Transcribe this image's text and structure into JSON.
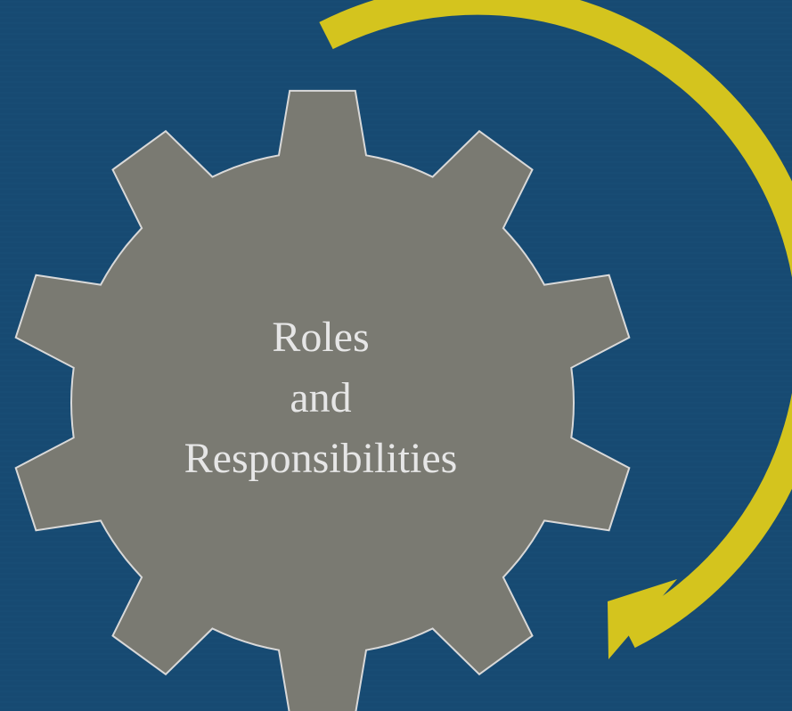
{
  "gear": {
    "label_lines": [
      "Roles",
      "and",
      "Responsibilities"
    ],
    "fill_color": "#7a7a72",
    "stroke_color": "#d9d9d9"
  },
  "arrow": {
    "color": "#d4c41e",
    "direction": "clockwise"
  },
  "background_color": "#174a72"
}
